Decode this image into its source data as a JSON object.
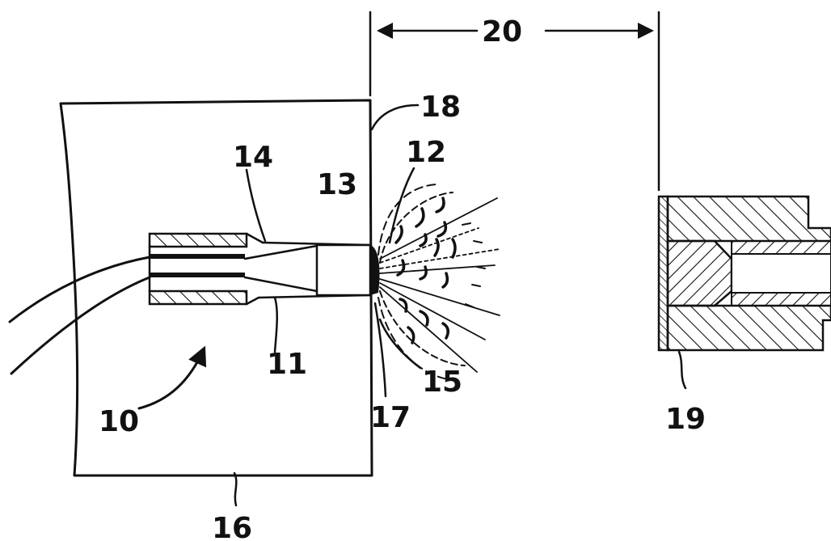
{
  "labels": {
    "n10": "10",
    "n11": "11",
    "n12": "12",
    "n13": "13",
    "n14": "14",
    "n15": "15",
    "n16": "16",
    "n17": "17",
    "n18": "18",
    "n19": "19",
    "n20": "20"
  },
  "colors": {
    "ink": "#111111",
    "paper": "#ffffff"
  }
}
